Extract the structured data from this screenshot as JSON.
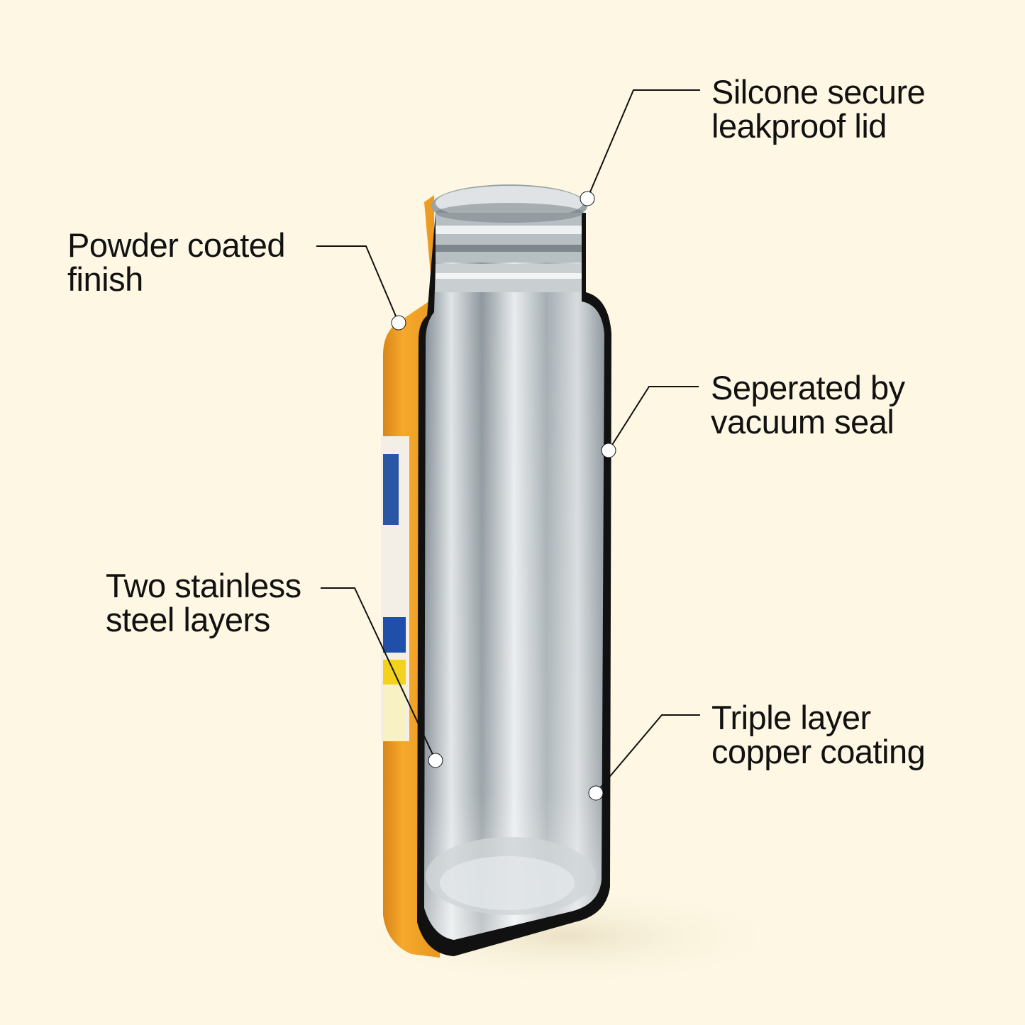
{
  "colors": {
    "background": "#fdf7e3",
    "outer_shell": "#f2a227",
    "inner_steel": "#c4c9cd",
    "text": "#111111",
    "leader_line": "#111111",
    "marker": "#ffffff"
  },
  "callouts": {
    "powder_finish": {
      "line1": "Powder coated",
      "line2": "finish"
    },
    "leakproof_lid": {
      "line1": "Silcone secure",
      "line2": "leakproof lid"
    },
    "vacuum_seal": {
      "line1": "Seperated by",
      "line2": "vacuum seal"
    },
    "steel_layers": {
      "line1": "Two stainless",
      "line2": "steel layers"
    },
    "copper_coating": {
      "line1": "Triple layer",
      "line2": "copper coating"
    }
  }
}
